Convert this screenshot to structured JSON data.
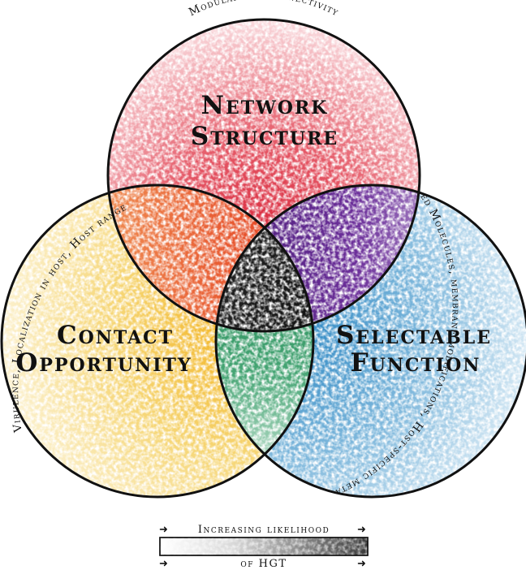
{
  "circles": {
    "network": {
      "title_line1": "Network",
      "title_line2": "Structure",
      "arc_label": "Modularity, Connectivity",
      "color": "#e0313f"
    },
    "contact": {
      "title_line1": "Contact",
      "title_line2": "Opportunity",
      "arc_label": "Virulence, Localization in host, Host range",
      "color": "#f2c53a"
    },
    "selectable": {
      "title_line1": "Selectable",
      "title_line2": "Function",
      "arc_label": "Secreted Molecules, membrane modifications, Host-specific metabolism",
      "color": "#3f95c8"
    }
  },
  "overlaps": {
    "network_contact": "#e8531d",
    "network_selectable": "#6a2a8e",
    "contact_selectable": "#1a8a4c",
    "center": "#111111"
  },
  "legend": {
    "top_label": "Increasing likelihood",
    "bottom_label": "of HGT"
  }
}
